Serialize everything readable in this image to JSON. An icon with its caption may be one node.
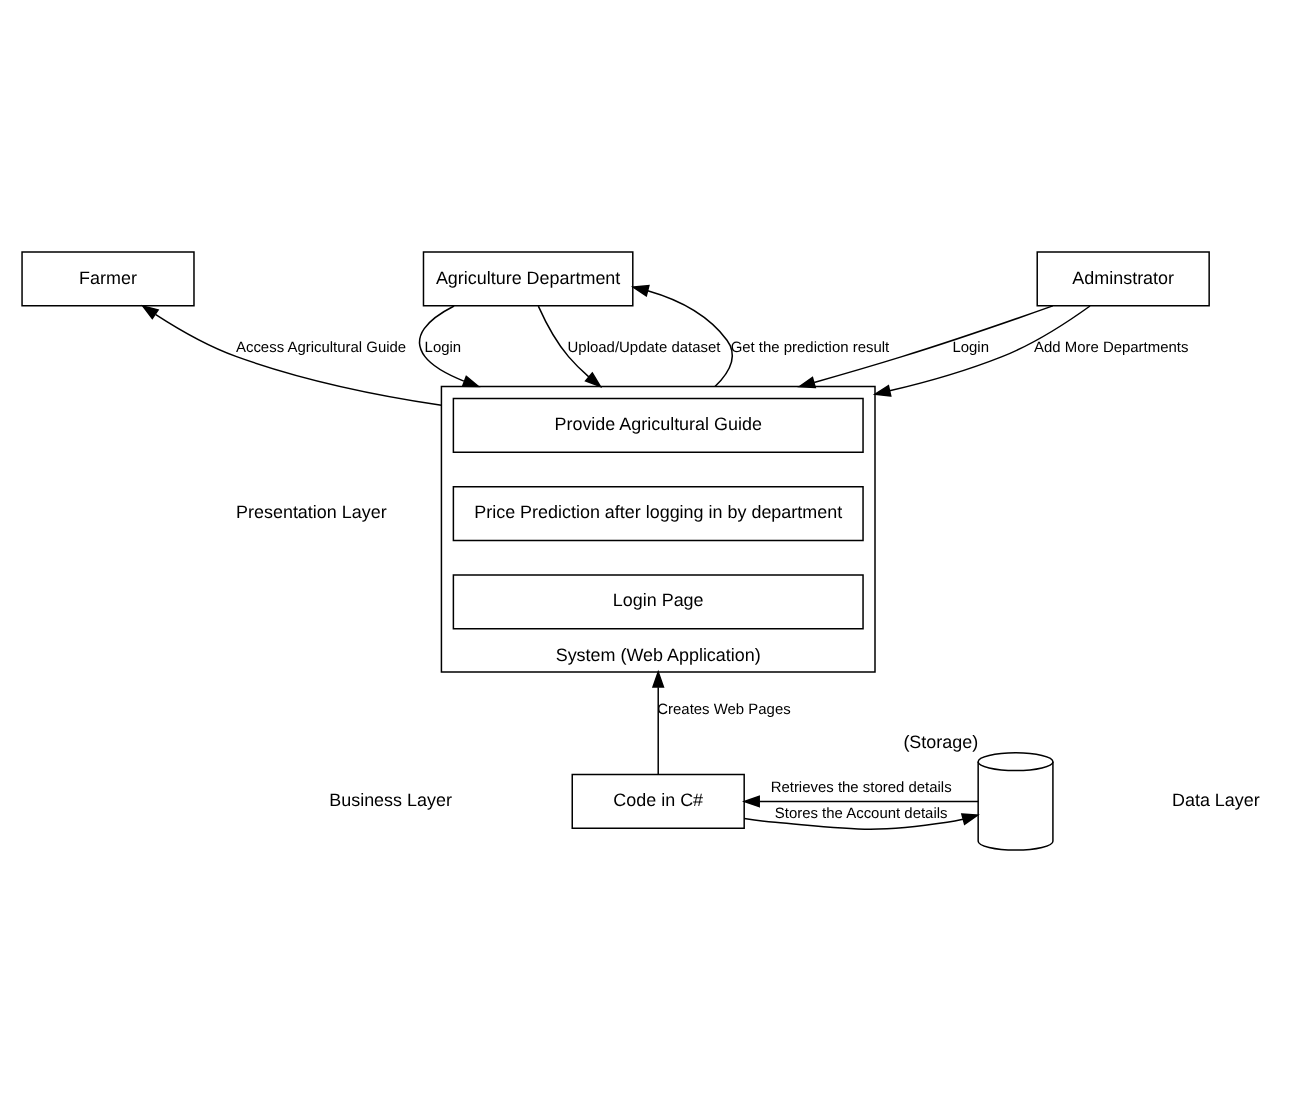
{
  "diagram": {
    "nodes": [
      {
        "text": [
          "Farmer"
        ]
      },
      {
        "text": [
          "Agriculture Department"
        ]
      },
      {
        "text": [
          "Adminstrator"
        ]
      },
      {
        "text": [
          "System (Web Application)"
        ]
      },
      {
        "text": [
          "Provide Agricultural Guide"
        ],
        "in": 3
      },
      {
        "text": [
          "Price Prediction after logging in by department"
        ],
        "in": 3
      },
      {
        "text": [
          "Login Page"
        ],
        "in": 3
      },
      {
        "text": [
          "Code in C#"
        ]
      },
      {
        "text": [],
        "shape": "cylinder",
        "beside": [
          "(Storage)"
        ]
      }
    ],
    "edges": [
      {
        "from": 3,
        "to": 0,
        "arrow": "to",
        "label": "Access Agricultural Guide"
      },
      {
        "from": 1,
        "to": 3,
        "arrow": "to",
        "label": "Login"
      },
      {
        "from": 1,
        "to": 3,
        "arrow": "to",
        "label": "Upload/Update dataset"
      },
      {
        "from": 3,
        "to": 1,
        "arrow": "to",
        "label": "Get the prediction result"
      },
      {
        "from": 2,
        "to": 3,
        "arrow": "to",
        "label": "Login"
      },
      {
        "from": 2,
        "to": 3,
        "arrow": "to",
        "label": "Add More Departments"
      },
      {
        "from": 7,
        "to": 3,
        "arrow": "to",
        "label": "Creates Web Pages"
      },
      {
        "from": 7,
        "to": 8,
        "arrow": "to",
        "label": "Stores the Account details"
      },
      {
        "from": 8,
        "to": 7,
        "arrow": "to",
        "label": "Retrieves the stored details"
      }
    ],
    "labels": [
      "Presentation Layer",
      "Business Layer",
      "Data Layer"
    ]
  }
}
